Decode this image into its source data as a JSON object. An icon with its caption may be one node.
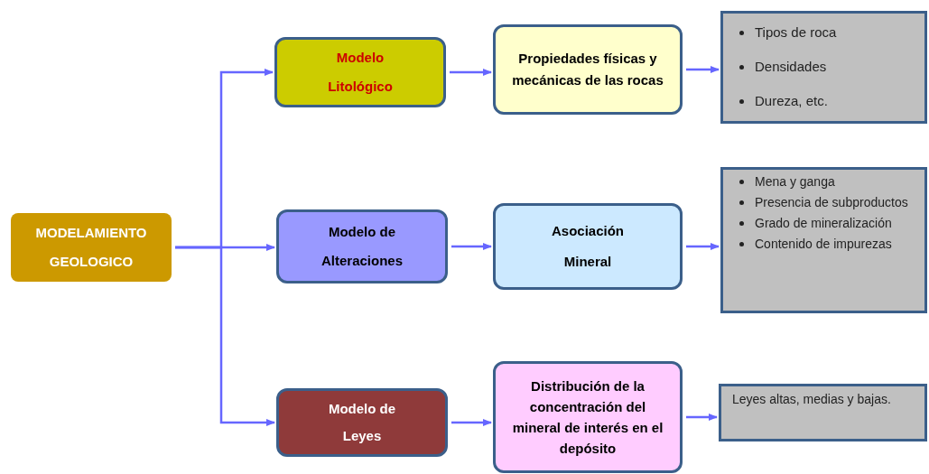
{
  "diagram": {
    "nodes": [
      {
        "text": [
          "MODELAMIENTO GEOLOGICO"
        ]
      },
      {
        "text": [
          "Modelo Litológico"
        ]
      },
      {
        "text": [
          "Propiedades físicas y mecánicas de las rocas"
        ]
      },
      {
        "text": [
          "Tipos de roca",
          "Densidades",
          "Dureza, etc."
        ]
      },
      {
        "text": [
          "Modelo de Alteraciones"
        ]
      },
      {
        "text": [
          "Asociación Mineral"
        ]
      },
      {
        "text": [
          "Mena y ganga",
          "Presencia de subproductos",
          "Grado de mineralización",
          "Contenido de impurezas"
        ]
      },
      {
        "text": [
          "Modelo de Leyes"
        ]
      },
      {
        "text": [
          "Distribución de la concentración del mineral de interés en el depósito"
        ]
      },
      {
        "text": [
          "Leyes altas, medias y bajas."
        ]
      }
    ],
    "edges": [
      {
        "from": 0,
        "to": 1,
        "arrow": "to"
      },
      {
        "from": 0,
        "to": 4,
        "arrow": "to"
      },
      {
        "from": 0,
        "to": 7,
        "arrow": "to"
      },
      {
        "from": 1,
        "to": 2,
        "arrow": "to"
      },
      {
        "from": 2,
        "to": 3,
        "arrow": "to"
      },
      {
        "from": 4,
        "to": 5,
        "arrow": "to"
      },
      {
        "from": 5,
        "to": 6,
        "arrow": "to"
      },
      {
        "from": 7,
        "to": 8,
        "arrow": "to"
      },
      {
        "from": 8,
        "to": 9,
        "arrow": "to"
      }
    ]
  }
}
